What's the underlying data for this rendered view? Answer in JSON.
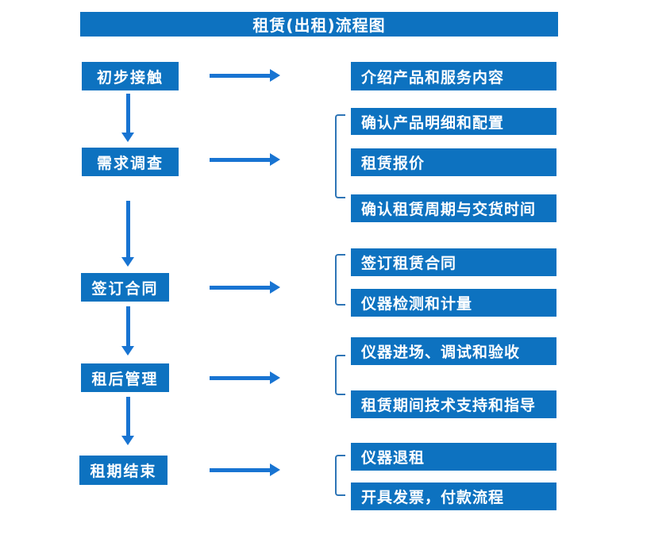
{
  "title": "租赁(出租)流程图",
  "colors": {
    "box_blue": "#0d72c0",
    "arrow_blue": "#1874d2",
    "bracket_blue": "#2e75b6",
    "text_white": "#ffffff"
  },
  "steps": [
    {
      "label": "初步接触",
      "outputs": [
        "介绍产品和服务内容"
      ]
    },
    {
      "label": "需求调查",
      "outputs": [
        "确认产品明细和配置",
        "租赁报价",
        "确认租赁周期与交货时间"
      ]
    },
    {
      "label": "签订合同",
      "outputs": [
        "签订租赁合同",
        "仪器检测和计量"
      ]
    },
    {
      "label": "租后管理",
      "outputs": [
        "仪器进场、调试和验收",
        "租赁期间技术支持和指导"
      ]
    },
    {
      "label": "租期结束",
      "outputs": [
        "仪器退租",
        "开具发票，付款流程"
      ]
    }
  ]
}
